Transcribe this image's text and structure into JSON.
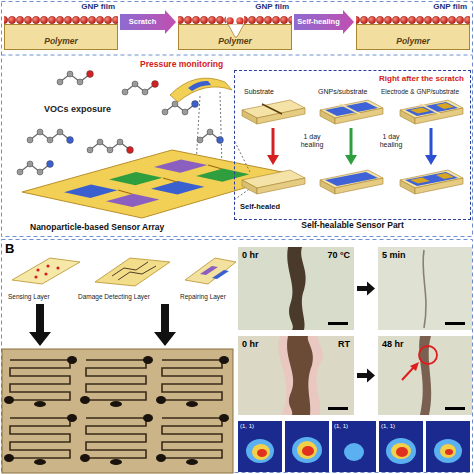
{
  "diagram": {
    "nodes": [
      {
        "text": [
          "GNP film",
          "Polymer"
        ]
      },
      {
        "text": [
          "GNP film",
          "Polymer"
        ]
      },
      {
        "text": [
          "GNP film",
          "Polymer"
        ]
      },
      {
        "text": [
          "Right after the scratch",
          "Self-healable Sensor Part"
        ]
      },
      {
        "text": [
          "0 hr",
          "70 °C"
        ]
      },
      {
        "text": [
          "5 min"
        ]
      },
      {
        "text": [
          "0 hr",
          "RT"
        ]
      },
      {
        "text": [
          "48 hr"
        ]
      }
    ],
    "edges": [
      {
        "from": 0,
        "to": 1,
        "arrow": "to",
        "label": "Scratch"
      },
      {
        "from": 1,
        "to": 2,
        "arrow": "to",
        "label": "Self-healing"
      },
      {
        "from": 4,
        "to": 5,
        "arrow": "to"
      },
      {
        "from": 6,
        "to": 7,
        "arrow": "to"
      }
    ],
    "labels": [
      "Pressure monitoring",
      "VOCs exposure",
      "Nanoparticle-based Sensor Array",
      "Substrate",
      "GNPs/substrate",
      "Electrode & GNP/substrate",
      "1 day healing",
      "1 day healing",
      "Self-healed",
      "B",
      "Sensing Layer",
      "Damage Detecting Layer",
      "Repairing Layer",
      "(1, 1)",
      "(1, 1)",
      "(1, 1)"
    ]
  }
}
